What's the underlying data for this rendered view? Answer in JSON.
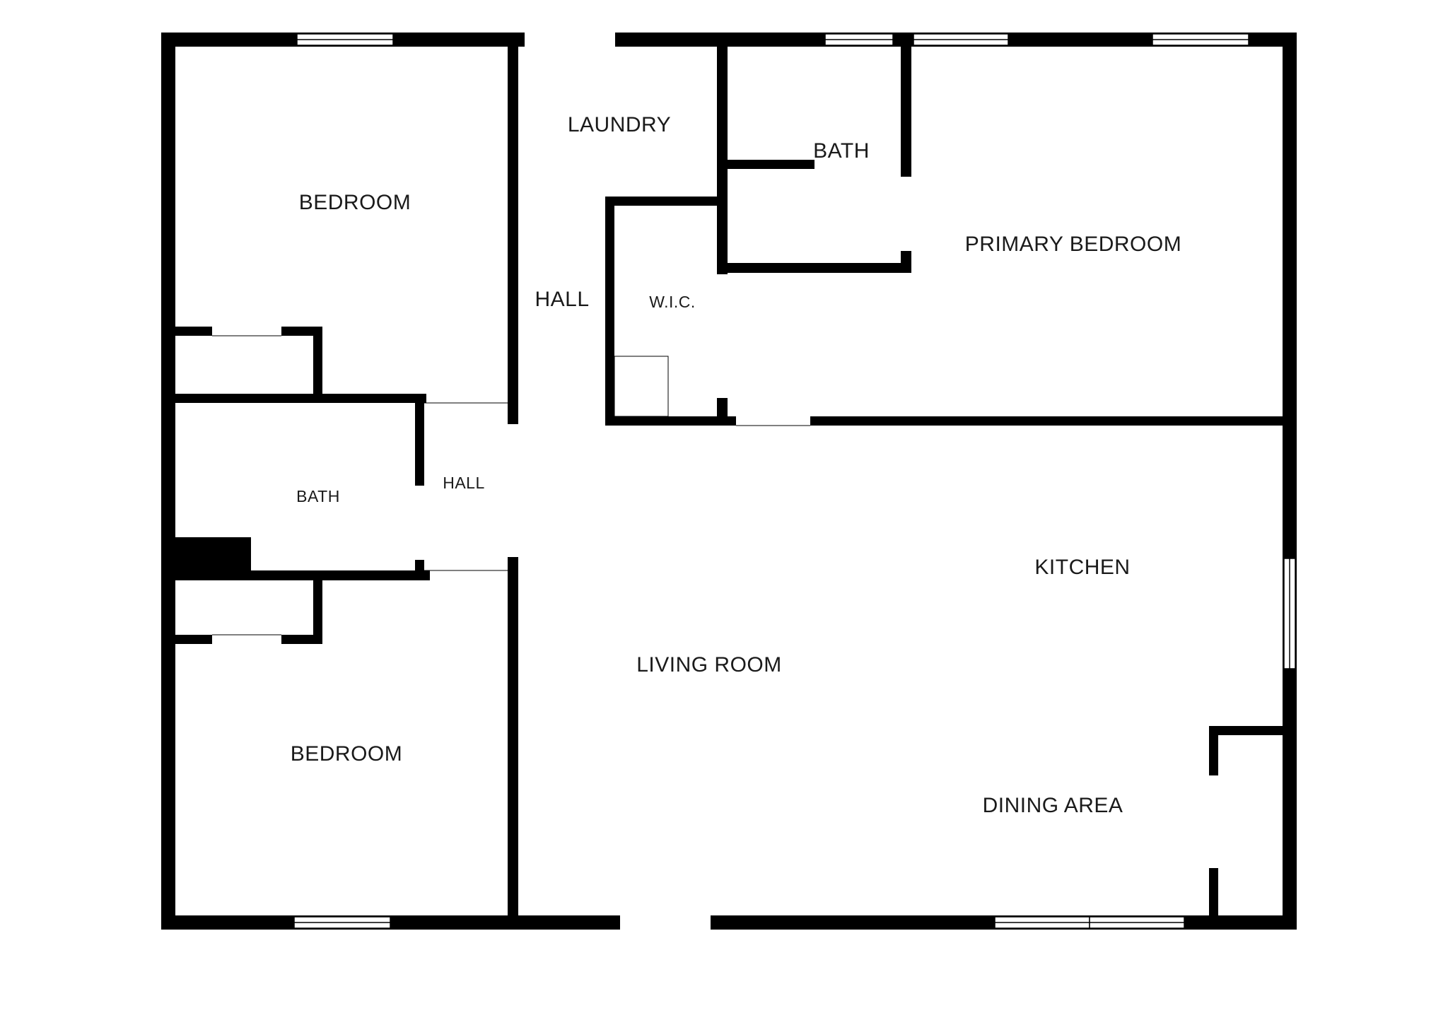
{
  "rooms": {
    "bedroom_top_left": "BEDROOM",
    "laundry": "LAUNDRY",
    "bath_primary": "BATH",
    "primary_bedroom": "PRIMARY BEDROOM",
    "hall_main": "HALL",
    "wic": "W.I.C.",
    "bath_hall": "BATH",
    "hall_small": "HALL",
    "kitchen": "KITCHEN",
    "living_room": "LIVING ROOM",
    "bedroom_bottom_left": "BEDROOM",
    "dining_area": "DINING AREA"
  },
  "colors": {
    "wall": "#000000",
    "window": "#ffffff",
    "background": "#ffffff"
  }
}
